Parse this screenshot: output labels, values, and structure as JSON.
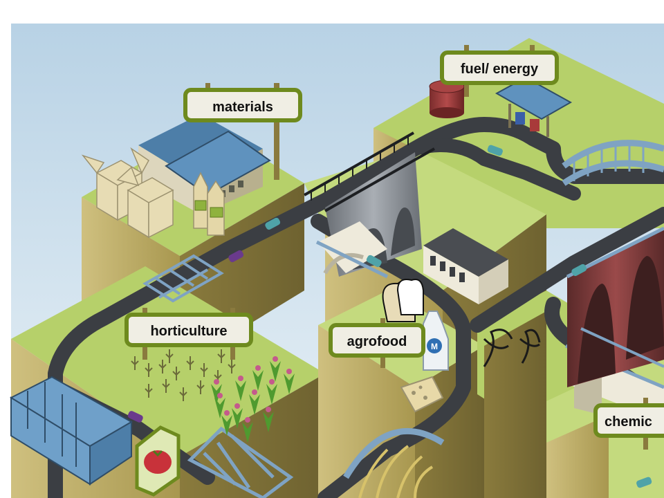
{
  "labels": {
    "materials": "materials",
    "fuel_energy": "fuel/ energy",
    "horticulture": "horticulture",
    "agrofood": "agrofood",
    "chemicals": "chemic"
  },
  "milk_badge": "M",
  "colors": {
    "sky_top": "#b9d3e6",
    "sky_bottom": "#e9f1f7",
    "grass": "#b8d36b",
    "grass_dark": "#8fb23e",
    "cliff_light": "#c8b87a",
    "cliff_dark": "#8a7a3e",
    "road": "#3c3f44",
    "sign_border": "#6e8a1e",
    "sign_fill": "#f0eee4",
    "building_roof": "#5f8fb8",
    "bridge": "#7fa3c3"
  }
}
